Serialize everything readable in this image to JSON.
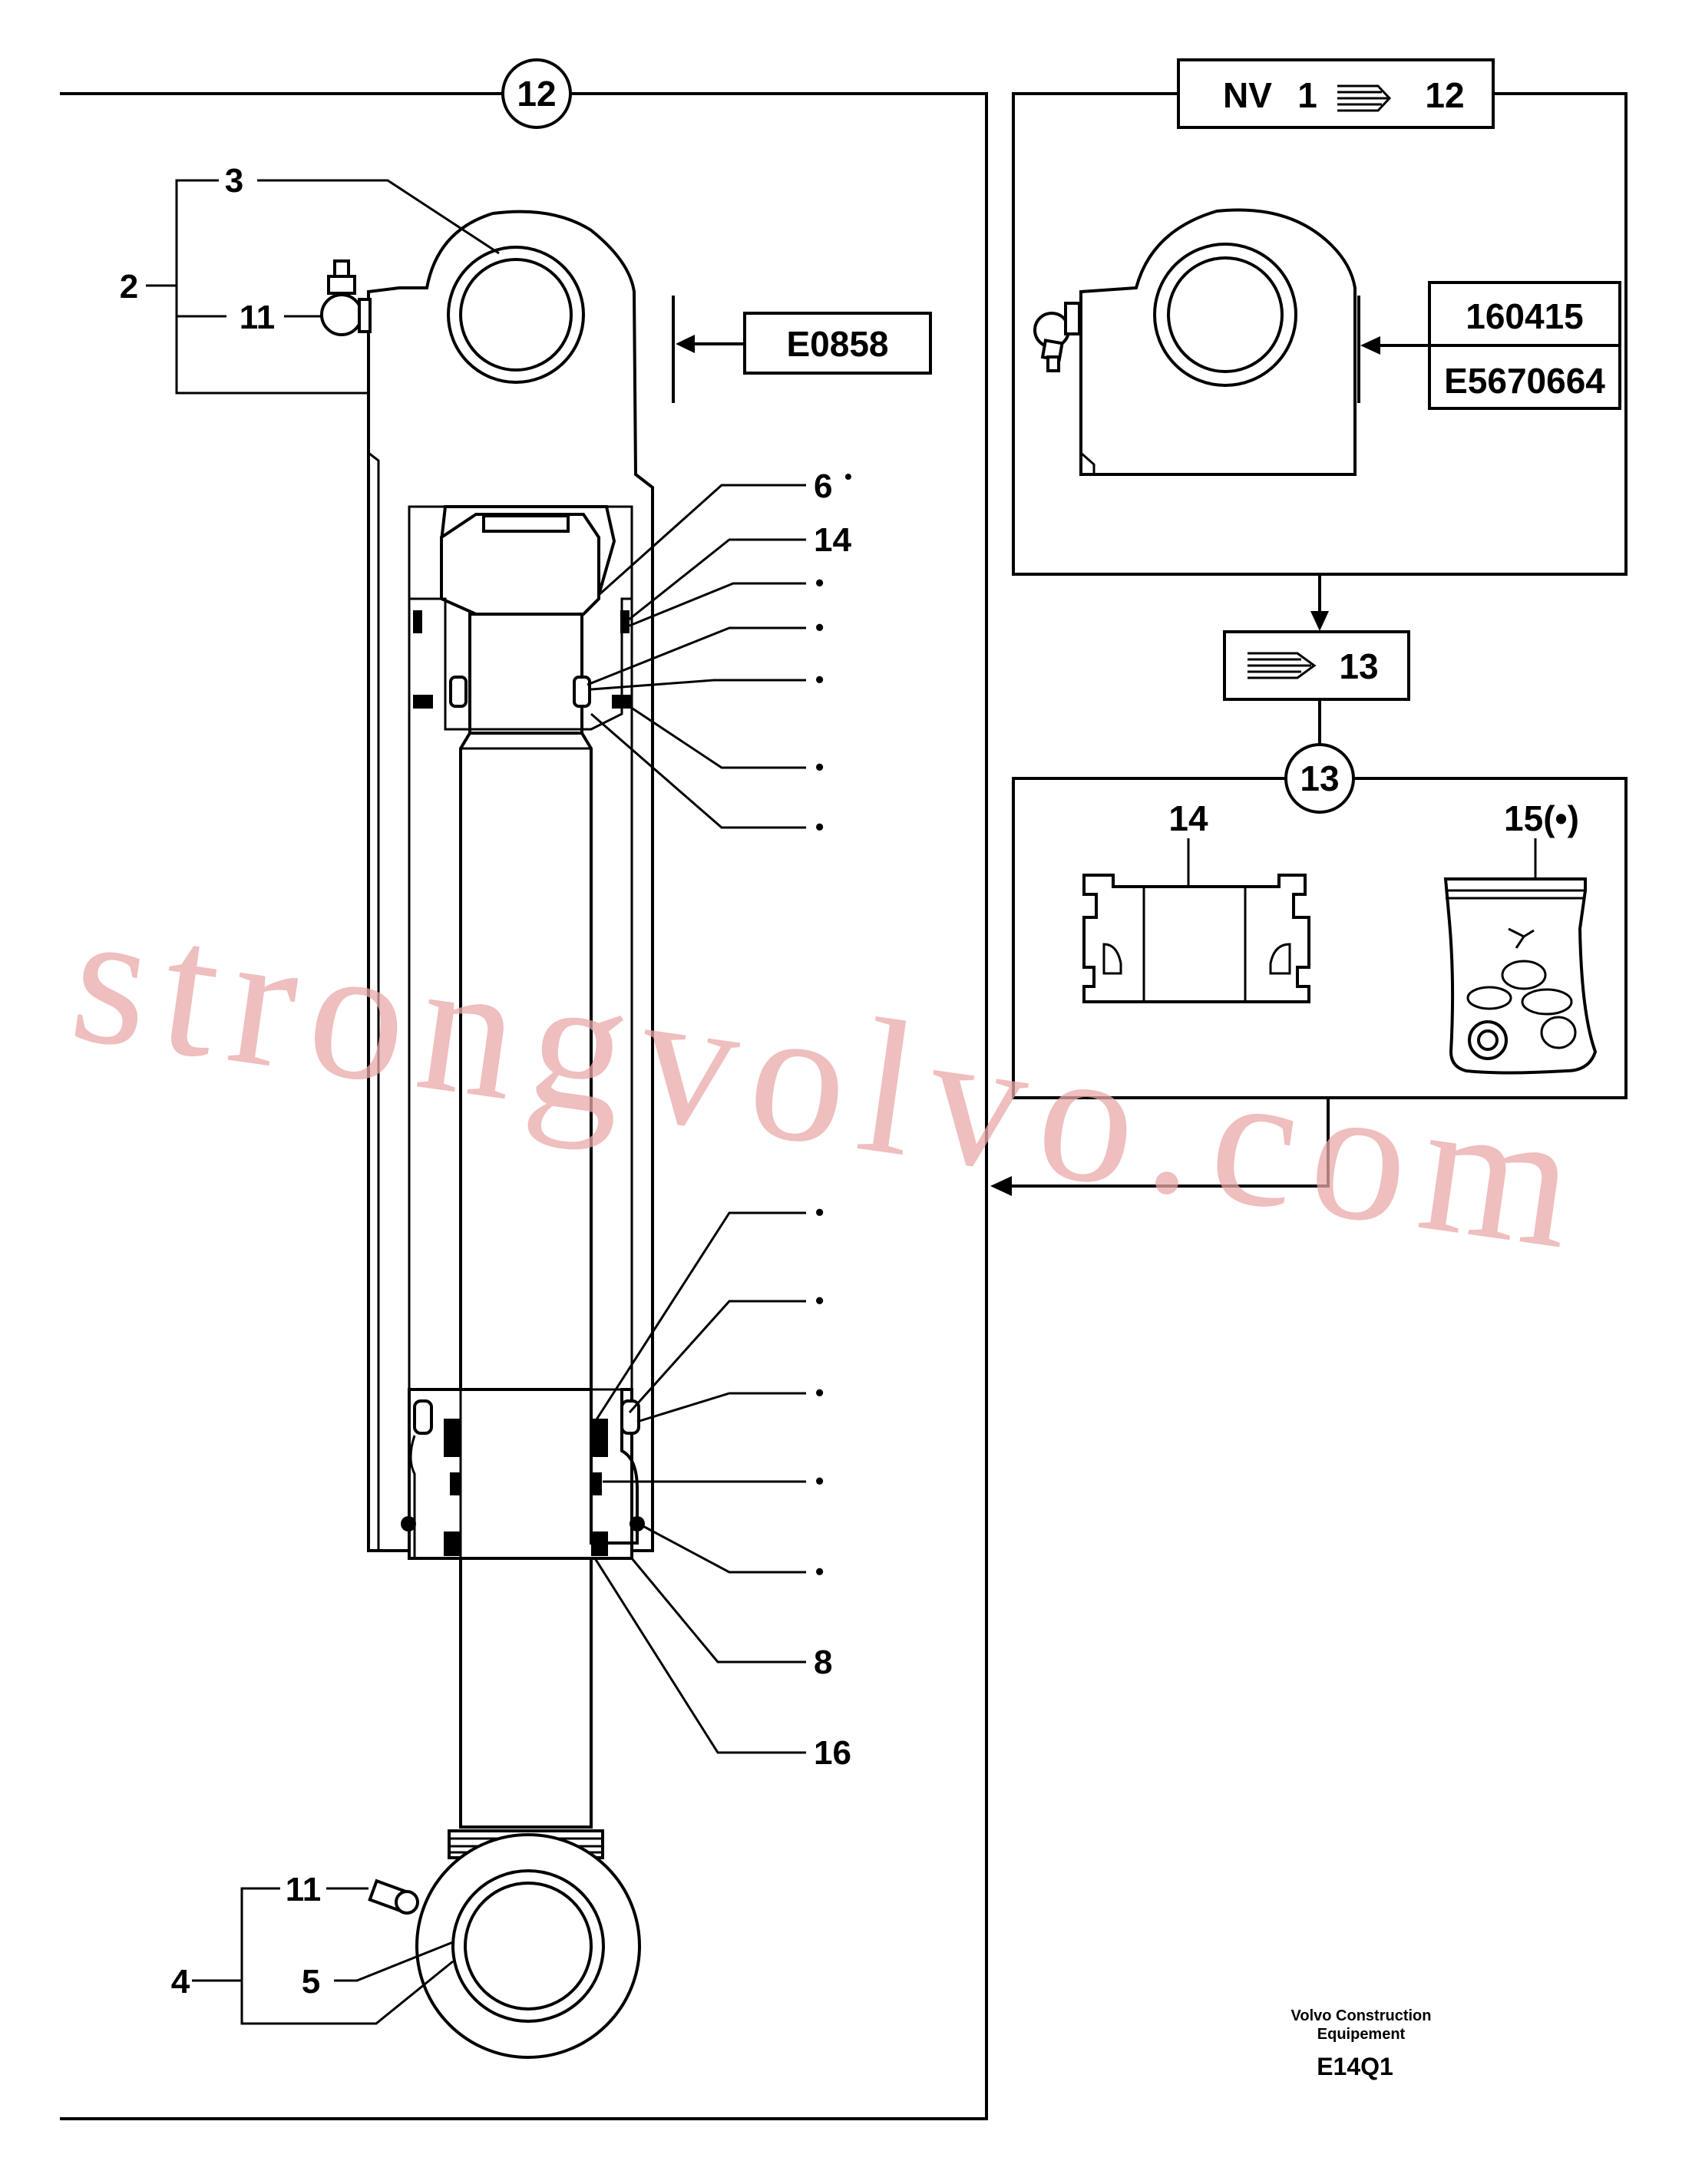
{
  "main_view": {
    "circle_ref": "12",
    "callouts": {
      "c3": "3",
      "c2": "2",
      "c11_top": "11",
      "c6": "6",
      "c14": "14",
      "c8": "8",
      "c16": "16",
      "c11_bottom": "11",
      "c4": "4",
      "c5": "5",
      "bullet": "•"
    },
    "reference_box": "E0858"
  },
  "nv_box": {
    "prefix": "NV",
    "from": "1",
    "to": "12",
    "part_number": "160415",
    "serial": "E5670664"
  },
  "view13": {
    "ref_box_to": "13",
    "circle_ref": "13",
    "item_a": "14",
    "item_b": "15(•)"
  },
  "footer": {
    "company_line1": "Volvo Construction",
    "company_line2": "Equipement",
    "code": "E14Q1"
  },
  "watermark": "strongvolvo.com"
}
